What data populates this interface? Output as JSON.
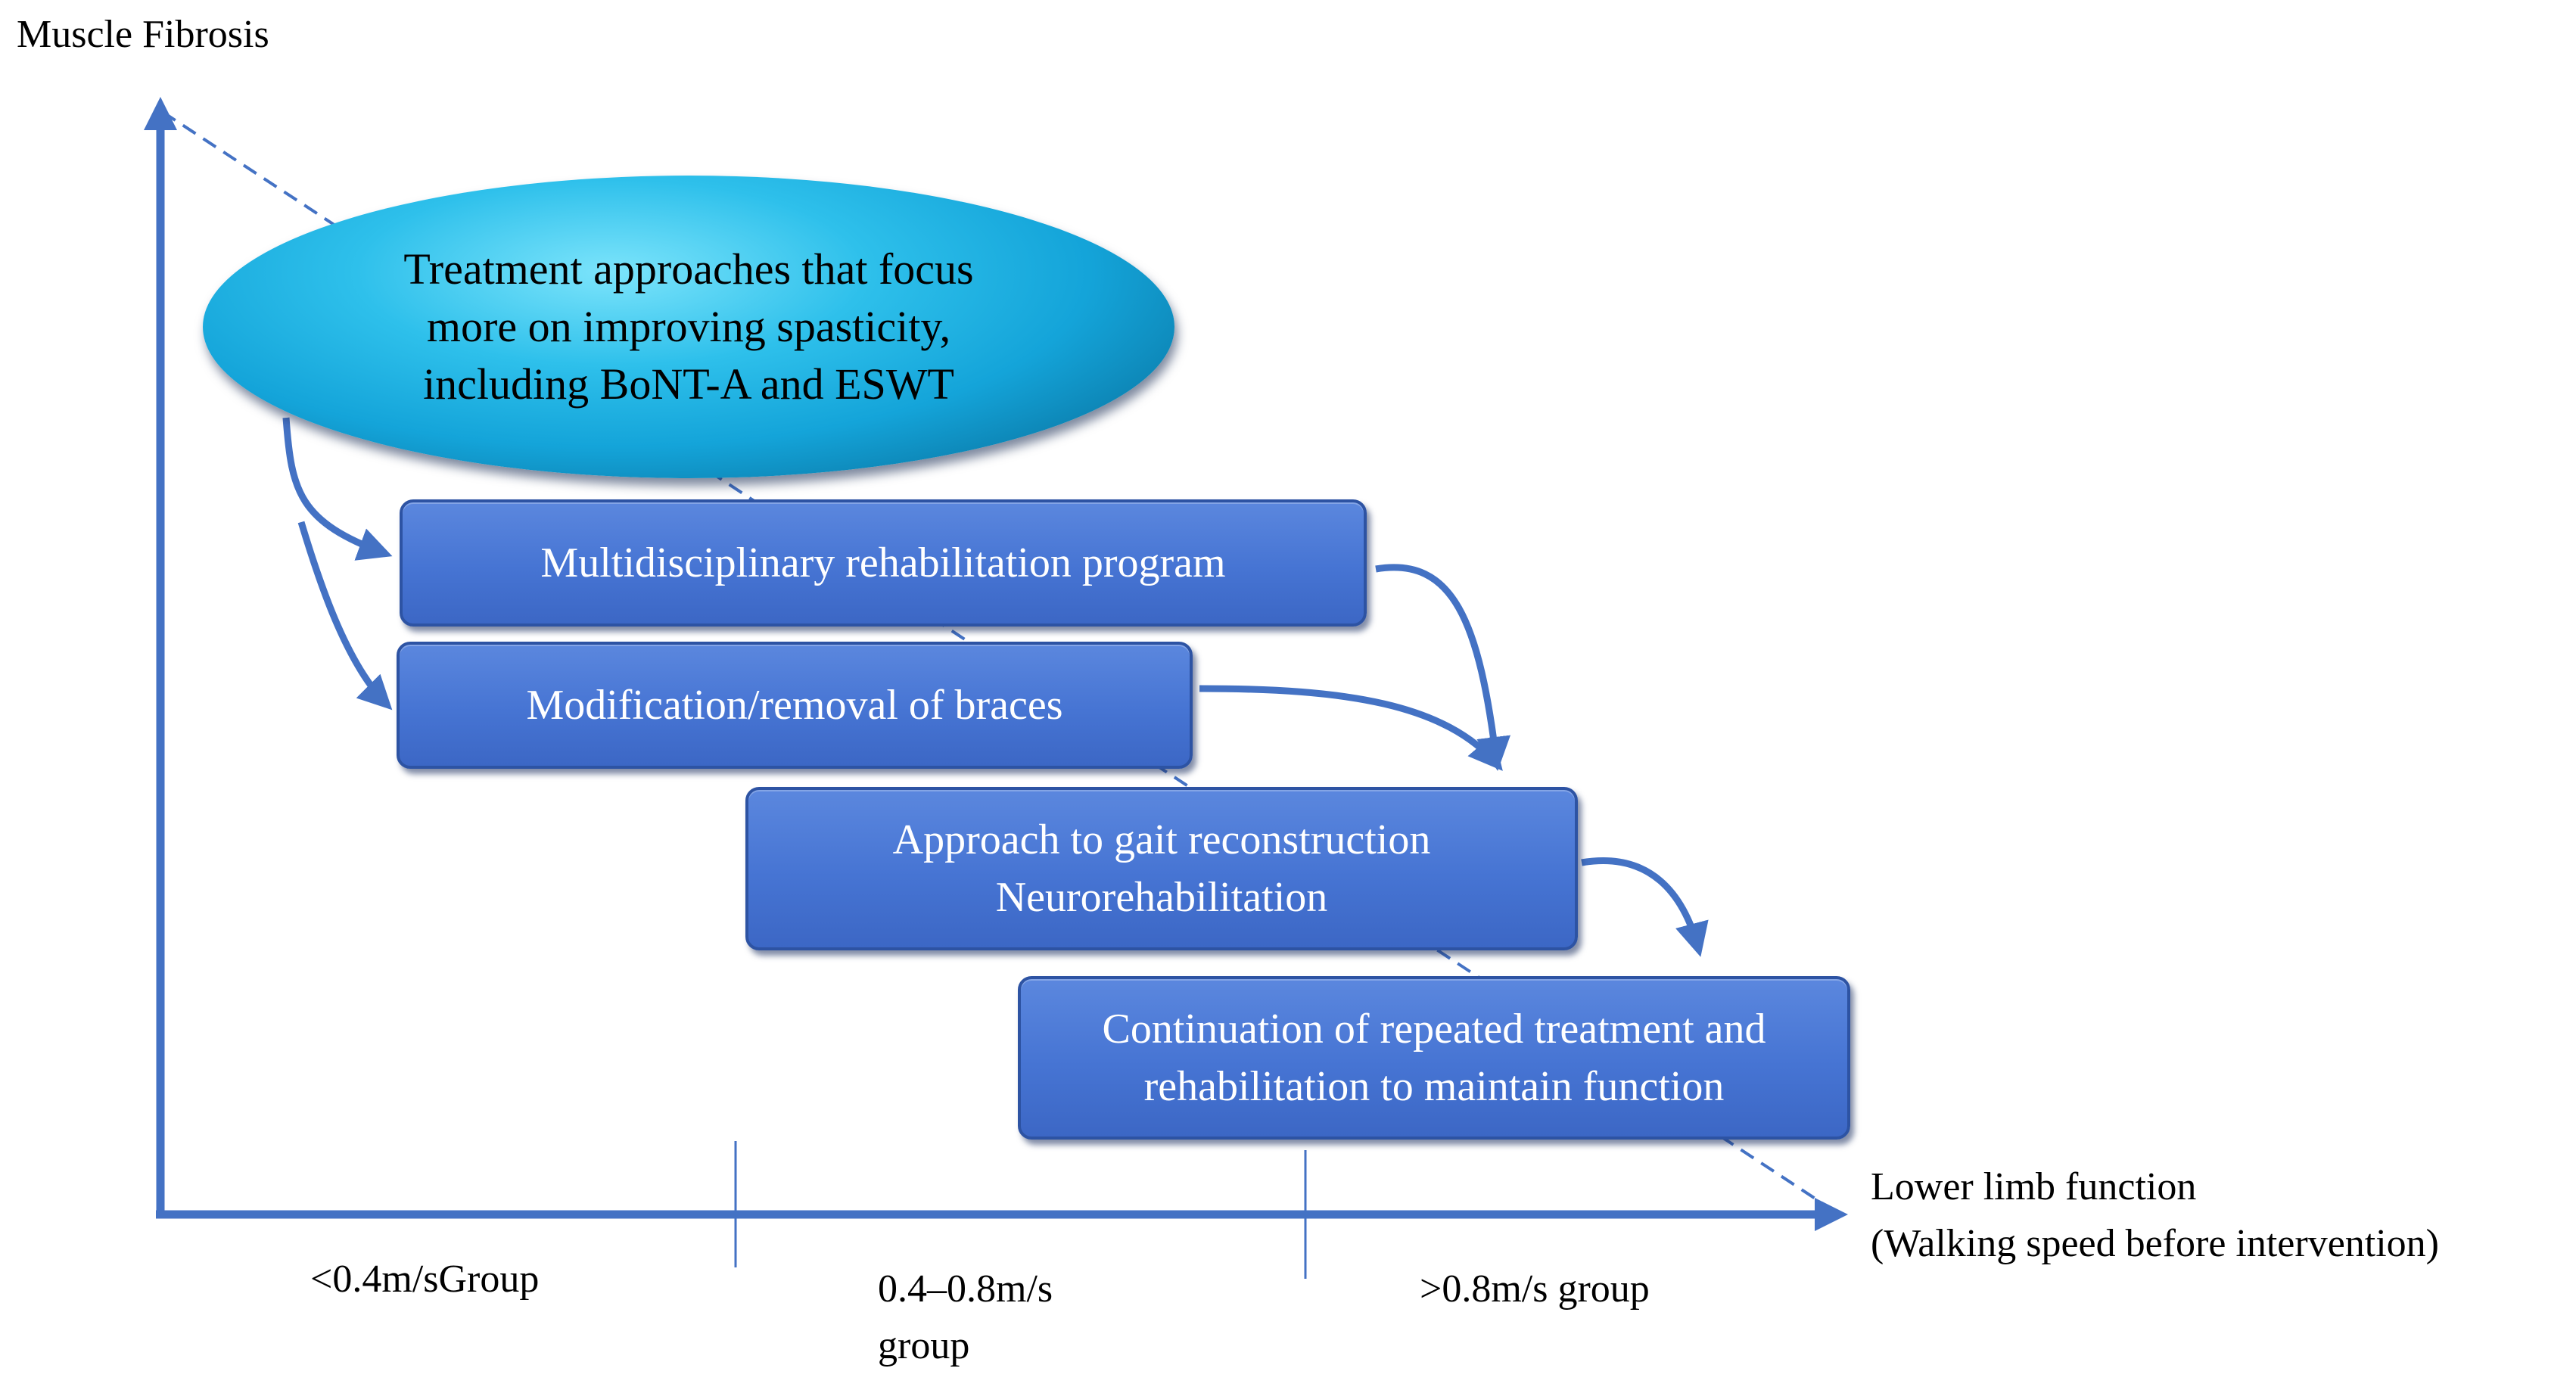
{
  "axes": {
    "y_label": "Muscle Fibrosis",
    "x_label_line1": "Lower limb function",
    "x_label_line2": "(Walking speed before intervention)"
  },
  "groups": {
    "slow": "<0.4m/sGroup",
    "mid_line1": "0.4–0.8m/s",
    "mid_line2": "group",
    "fast": ">0.8m/s group"
  },
  "ellipse": {
    "lines": [
      "Treatment approaches that focus",
      "more on improving spasticity,",
      "including BoNT-A and ESWT"
    ]
  },
  "boxes": {
    "multidisciplinary": "Multidisciplinary rehabilitation program",
    "braces": "Modification/removal of braces",
    "gait_line1": "Approach to gait reconstruction",
    "gait_line2": "Neurorehabilitation",
    "continuation_line1": "Continuation of repeated treatment and",
    "continuation_line2": "rehabilitation to maintain function"
  },
  "colors": {
    "axis": "#4472c4",
    "box_fill": "#4674d3",
    "ellipse_fill": "#14a4d9"
  }
}
